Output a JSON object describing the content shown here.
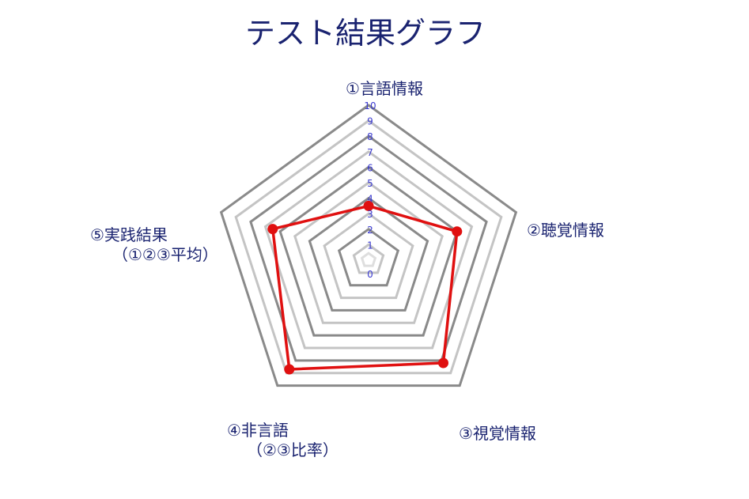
{
  "chart_data": {
    "type": "radar",
    "title": "テスト結果グラフ",
    "axes": [
      {
        "lines": [
          "①言語情報"
        ]
      },
      {
        "lines": [
          "②聴覚情報"
        ]
      },
      {
        "lines": [
          "③視覚情報"
        ]
      },
      {
        "lines": [
          "④非言語",
          "（②③比率）"
        ]
      },
      {
        "lines": [
          "⑤実践結果",
          "（①②③平均）"
        ]
      }
    ],
    "ticks": [
      "0",
      "1",
      "2",
      "3",
      "4",
      "5",
      "6",
      "7",
      "8",
      "9",
      "10"
    ],
    "rlim": [
      0,
      10
    ],
    "series": [
      {
        "values": [
          3.5,
          6.0,
          8.2,
          8.7,
          6.5
        ]
      }
    ],
    "colors": {
      "series_line": "#e01010",
      "series_marker": "#e01010",
      "grid_dark": "#8a8a8a",
      "grid_light": "#c4c4c4",
      "text": "#1a2370",
      "ticks": "#3a3ad0"
    }
  }
}
